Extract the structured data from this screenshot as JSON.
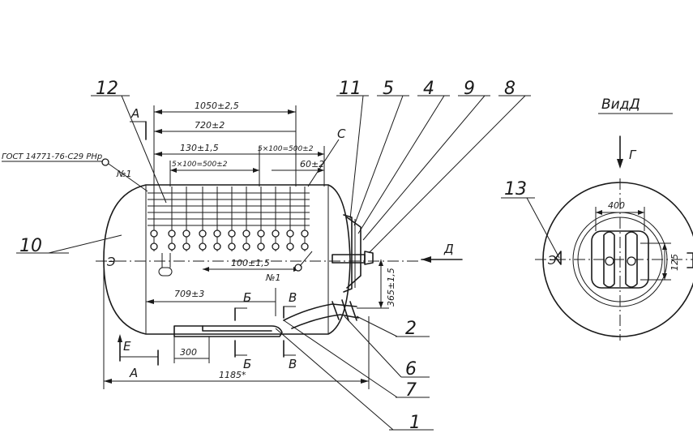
{
  "labels": {
    "view": "ВидД",
    "view_arrow_letter": "Г",
    "section_a_top": "А",
    "section_a_bottom": "А",
    "section_b_top": "Б",
    "section_b_bottom": "Б",
    "section_v_top": "В",
    "section_v_bottom": "В",
    "arrow_d": "Д",
    "arrow_e": "Е",
    "detail_c": "С",
    "ref_left": "№1",
    "ref_mid": "№1",
    "weld_standard": "ГОСТ 14771-76-С29 РНр",
    "sym_left": "Э",
    "sym_right": "Э"
  },
  "dimensions": {
    "d_1050": "1050±2,5",
    "d_720": "720±2",
    "d_130": "130±1,5",
    "d_5x100_a": "5×100=500±2",
    "d_5x100_b": "5×100=500±2",
    "d_60": "60±2",
    "d_100": "100±1,5",
    "d_709": "709±3",
    "d_300": "300",
    "d_1185": "1185*",
    "d_365": "365±1,5",
    "d_400": "400",
    "d_125": "125"
  },
  "callouts": [
    "12",
    "11",
    "5",
    "4",
    "9",
    "8",
    "10",
    "13",
    "2",
    "6",
    "7",
    "1"
  ],
  "colors": {
    "ink": "#1a1a1a",
    "paper": "#ffffff"
  }
}
